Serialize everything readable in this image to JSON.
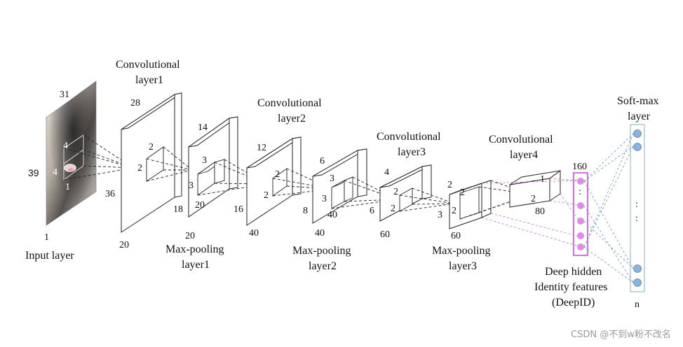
{
  "input": {
    "label": "Input layer",
    "width": "31",
    "height": "39",
    "depth": "1",
    "kernel_a": "4",
    "kernel_b": "4",
    "kernel_c": "1"
  },
  "conv1": {
    "title_line1": "Convolutional",
    "title_line2": "layer1",
    "width": "28",
    "height": "36",
    "depth": "20",
    "kernel_a": "2",
    "kernel_b": "2"
  },
  "pool1": {
    "title_line1": "Max-pooling",
    "title_line2": "layer1",
    "width": "14",
    "height": "18",
    "depth": "20",
    "kernel_a": "3",
    "kernel_b": "3",
    "kernel_c": "20"
  },
  "conv2": {
    "title_line1": "Convolutional",
    "title_line2": "layer2",
    "width": "12",
    "height": "16",
    "depth": "40",
    "kernel_a": "2",
    "kernel_b": "2"
  },
  "pool2": {
    "title_line1": "Max-pooling",
    "title_line2": "layer2",
    "width": "6",
    "height": "8",
    "depth": "40",
    "kernel_a": "3",
    "kernel_b": "3",
    "kernel_c": "40"
  },
  "conv3": {
    "title_line1": "Convolutional",
    "title_line2": "layer3",
    "width": "4",
    "height": "6",
    "depth": "60",
    "kernel_a": "2",
    "kernel_b": "2"
  },
  "pool3": {
    "title_line1": "Max-pooling",
    "title_line2": "layer3",
    "width": "2",
    "height": "3",
    "depth": "60",
    "kernel_a": "2",
    "kernel_b": "2"
  },
  "conv4": {
    "title_line1": "Convolutional",
    "title_line2": "layer4",
    "kernel_a": "1",
    "kernel_b": "2",
    "depth": "80"
  },
  "deepid": {
    "size": "160",
    "caption_line1": "Deep hidden",
    "caption_line2": "Identity features",
    "caption_line3": "(DeepID)",
    "ellipsis": ":"
  },
  "softmax": {
    "title_line1": "Soft-max",
    "title_line2": "layer",
    "size": "n",
    "ellipsis": ":"
  },
  "watermark": "CSDN @不到w粉不改名",
  "colors": {
    "deepid_box": "#c84fd1",
    "deepid_node": "#e08be6",
    "softmax_node": "#8fb2d9",
    "softmax_box": "#9bbad8"
  }
}
